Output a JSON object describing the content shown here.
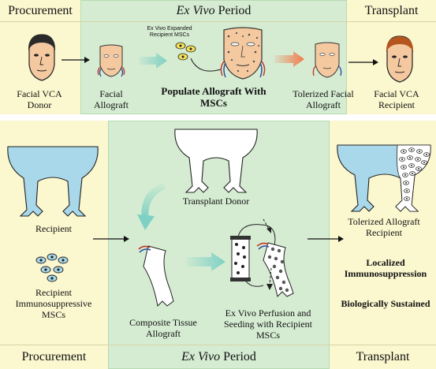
{
  "top": {
    "procurement_header": "Procurement",
    "exvivo_header_em": "Ex Vivo",
    "exvivo_header_rest": " Period",
    "transplant_header": "Transplant",
    "donor_label": "Facial VCA Donor",
    "allograft_label": "Facial Allograft",
    "expanded_label": "Ex Vivo Expanded Recipient MSCs",
    "populate_label": "Populate Allograft With MSCs",
    "tolerized_label": "Tolerized Facial Allograft",
    "recipient_label": "Facial VCA Recipient"
  },
  "bottom": {
    "recipient_label": "Recipient",
    "recipient_mscs_label": "Recipient Immunosuppressive MSCs",
    "transplant_donor_label": "Transplant Donor",
    "composite_label": "Composite Tissue Allograft",
    "perfusion_label": "Ex Vivo Perfusion and Seeding with Recipient MSCs",
    "tolerized_label": "Tolerized Allograft Recipient",
    "localized_label": "Localized Immunosuppression",
    "sustained_label": "Biologically Sustained",
    "procurement_footer": "Procurement",
    "exvivo_footer_em": "Ex Vivo",
    "exvivo_footer_rest": " Period",
    "transplant_footer": "Transplant"
  },
  "colors": {
    "yellow_panel": "#fbf7cf",
    "green_panel": "#d5ecd2",
    "limb_blue": "#a8d8ea",
    "arrow_teal": "#7fd0c4",
    "arrow_red": "#f07a4c",
    "skin": "#f4c9a0"
  }
}
